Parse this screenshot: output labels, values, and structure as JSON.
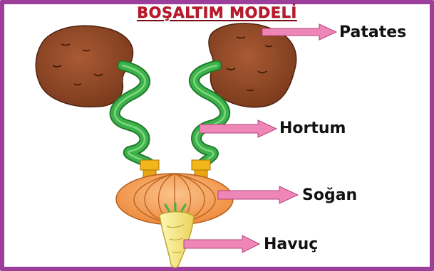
{
  "title": "BOŞALTIM MODELİ",
  "labels": {
    "kidney": "Patates",
    "hose": "Hortum",
    "onion": "Soğan",
    "carrot": "Havuç"
  },
  "colors": {
    "frame": "#9b3f9a",
    "title": "#c0182b",
    "potato": "#8b4524",
    "hose": "#3cb24a",
    "connector": "#f2b51c",
    "onion": "#f4a25c",
    "carrot": "#f5e889",
    "arrow": "#ef86b8"
  },
  "icons": [
    "potato-image",
    "hose-image",
    "connector-image",
    "onion-image",
    "carrot-image",
    "arrow-right-icon"
  ]
}
